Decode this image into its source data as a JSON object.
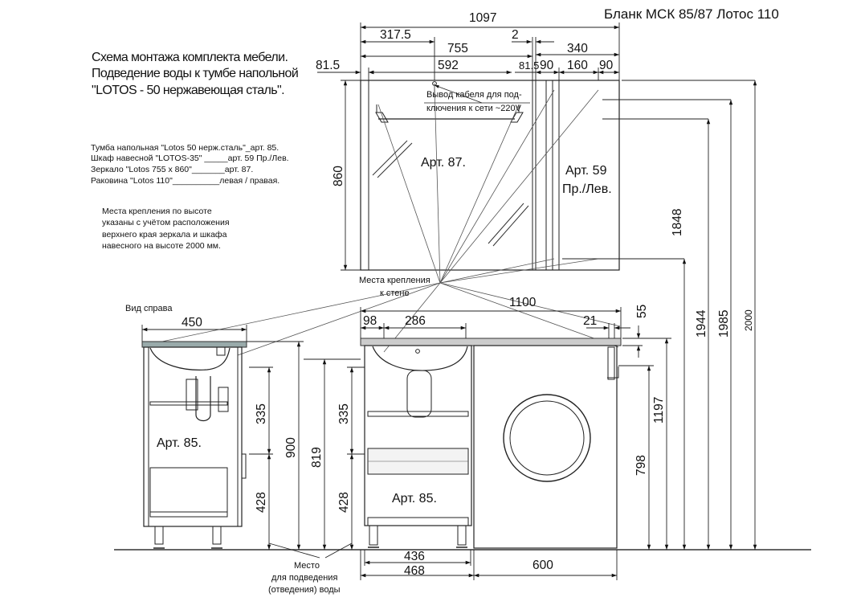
{
  "header": "Бланк МСК 85/87 Лотос 110",
  "title": [
    "Схема монтажа комплекта мебели.",
    "Подведение воды к тумбе напольной",
    "\"LOTOS - 50 нержавеющая сталь\"."
  ],
  "items": [
    "Тумба напольная \"Lotos 50 нерж.сталь\"_арт. 85.",
    "Шкаф навесной \"LOTOS-35\" _____арт. 59 Пр./Лев.",
    "Зеркало \"Lotos 755 х 860\"_______арт. 87.",
    "Раковина \"Lotos 110\"__________левая / правая."
  ],
  "mount_note": [
    "Места крепления по высоте",
    "указаны с учётом расположения",
    "верхнего края зеркала и шкафа",
    "навесного на высоте 2000 мм."
  ],
  "labels": {
    "cable": [
      "Вывод кабеля для под-",
      "ключения к сети ~220V"
    ],
    "wall_mount": [
      "Места крепления",
      "к стене"
    ],
    "side_view": "Вид  справа",
    "water": [
      "Место",
      "для подведения",
      "(отведения) воды"
    ],
    "art87": "Арт. 87.",
    "art59": [
      "Арт. 59",
      "Пр./Лев."
    ],
    "art85_side": "Арт. 85.",
    "art85_front": "Арт. 85."
  },
  "dims": {
    "top_1097": "1097",
    "top_317": "317.5",
    "top_2": "2",
    "top_755": "755",
    "top_340": "340",
    "top_81_5": "81.5",
    "top_592": "592",
    "top_81_5b": "81.5",
    "top_90a": "90",
    "top_160": "160",
    "top_90b": "90",
    "v_860": "860",
    "v_1848": "1848",
    "v_1944": "1944",
    "v_1985": "1985",
    "v_2000": "2000",
    "f_1100": "1100",
    "f_98": "98",
    "f_286": "286",
    "f_21": "21",
    "f_55": "55",
    "s_450": "450",
    "s_335": "335",
    "s_428": "428",
    "s_900": "900",
    "s_819": "819",
    "f_335": "335",
    "f_428": "428",
    "f_1197": "1197",
    "f_798": "798",
    "b_436": "436",
    "b_468": "468",
    "b_600": "600"
  }
}
